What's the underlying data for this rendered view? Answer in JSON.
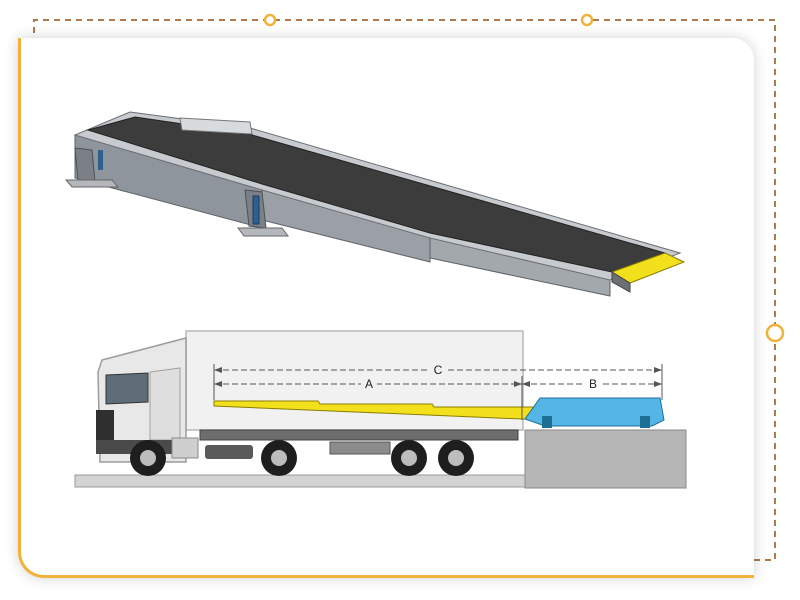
{
  "diagram": {
    "dimension_labels": {
      "a": "A",
      "b": "B",
      "c": "C"
    }
  },
  "colors": {
    "frame_accent": "#f0b23a",
    "belt": "#3c3c3c",
    "conveyor_frame": "#8f959c",
    "extension": "#f2e01c",
    "loader_base": "#55b6e6",
    "dock": "#b6b6b6"
  }
}
